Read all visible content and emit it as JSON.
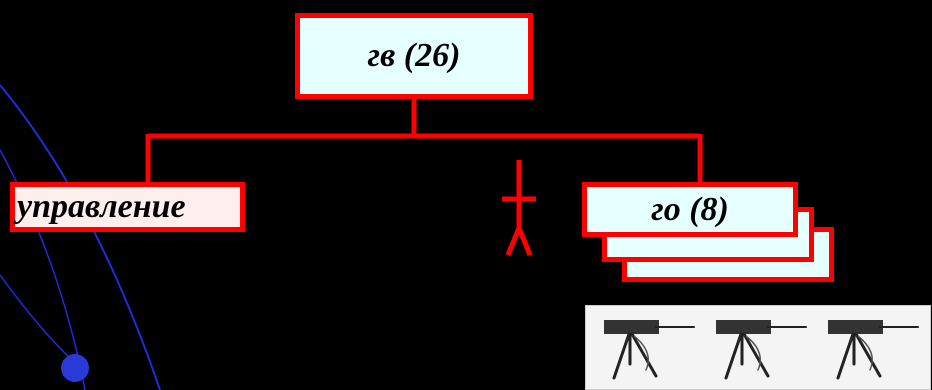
{
  "diagram": {
    "root": {
      "label": "гв (26)"
    },
    "children": [
      {
        "label": "управление"
      },
      {
        "label": "го (8)"
      }
    ]
  },
  "colors": {
    "background": "#000000",
    "line": "#ff0000",
    "box_fill": "#e6ffff",
    "box_fill_alt": "#ffeeee",
    "arc": "#1a2fd6"
  },
  "icons": [
    "commander-symbol-icon",
    "machine-gun-image"
  ]
}
